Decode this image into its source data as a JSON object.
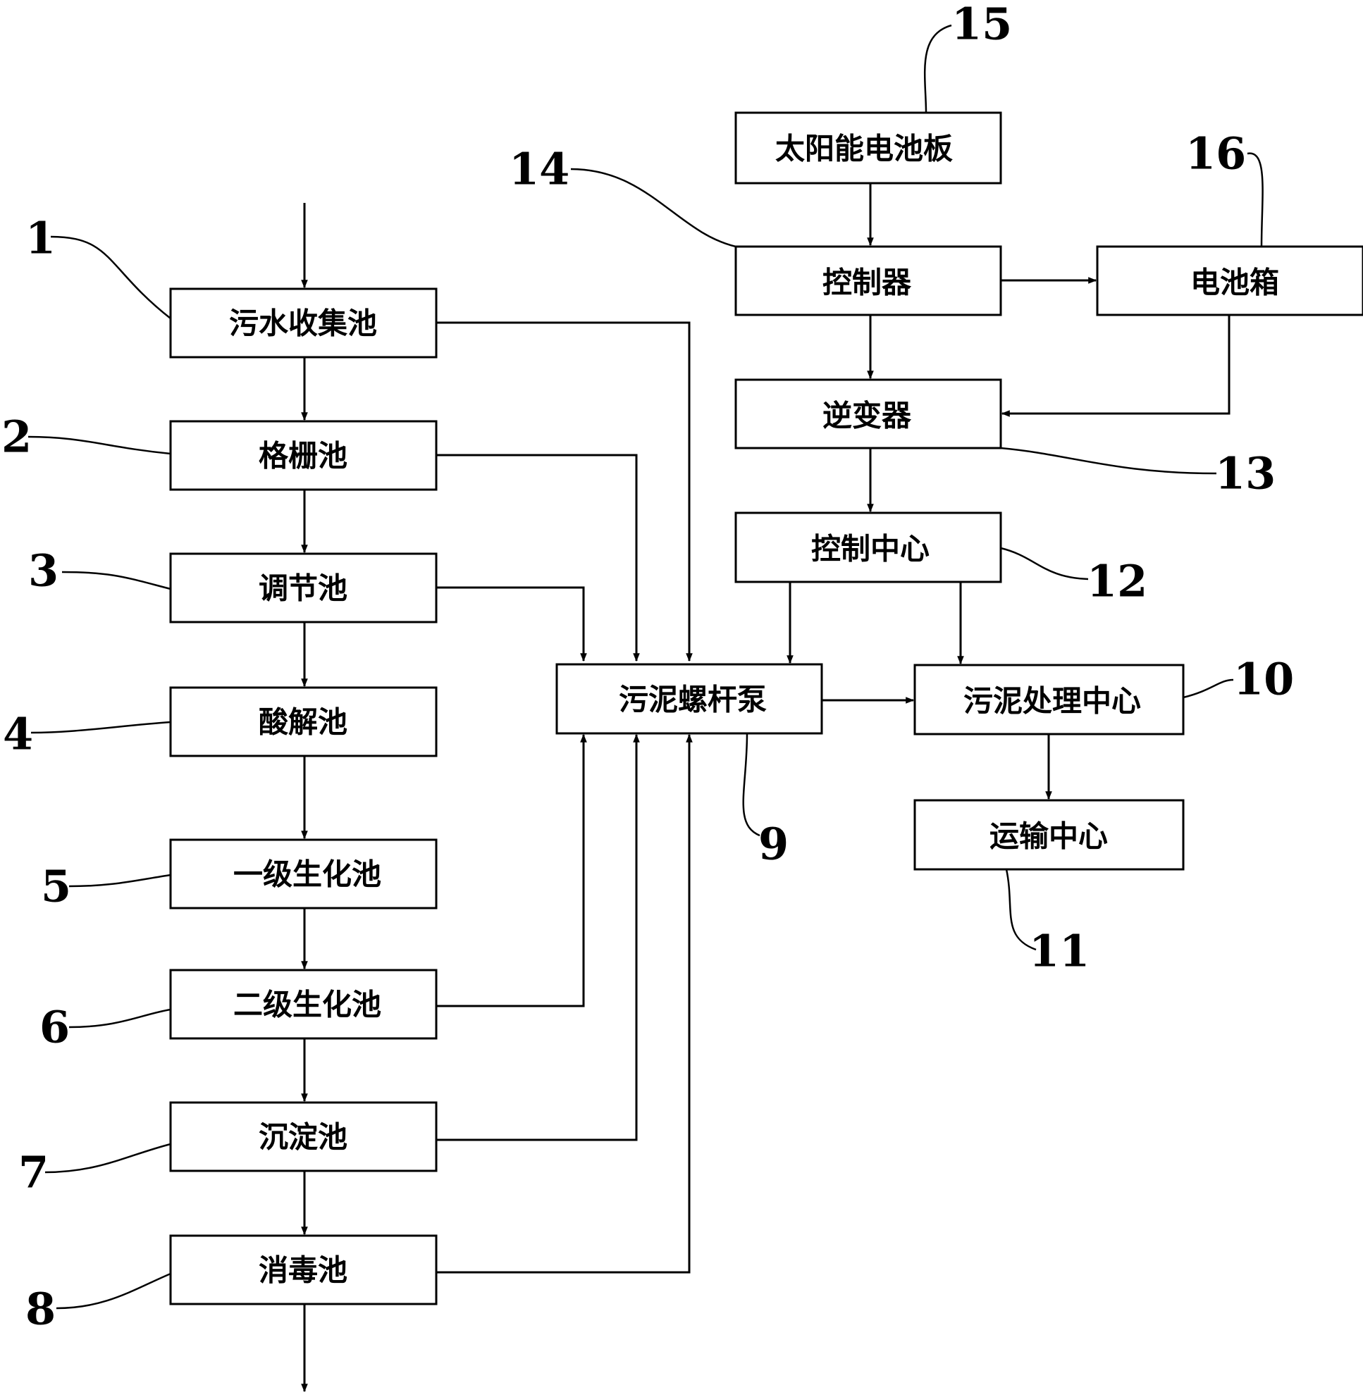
{
  "nodes": {
    "n1": "污水收集池",
    "n2": "格栅池",
    "n3": "调节池",
    "n4": "酸解池",
    "n5": "一级生化池",
    "n6": "二级生化池",
    "n7": "沉淀池",
    "n8": "消毒池",
    "n9": "污泥螺杆泵",
    "n10": "污泥处理中心",
    "n11": "运输中心",
    "n12": "控制中心",
    "n13": "逆变器",
    "n14": "控制器",
    "n15": "太阳能电池板",
    "n16": "电池箱"
  },
  "labels": {
    "l1": "1",
    "l2": "2",
    "l3": "3",
    "l4": "4",
    "l5": "5",
    "l6": "6",
    "l7": "7",
    "l8": "8",
    "l9": "9",
    "l10": "10",
    "l11": "11",
    "l12": "12",
    "l13": "13",
    "l14": "14",
    "l15": "15",
    "l16": "16"
  },
  "colors": {
    "line": "#000000",
    "background": "#ffffff"
  }
}
